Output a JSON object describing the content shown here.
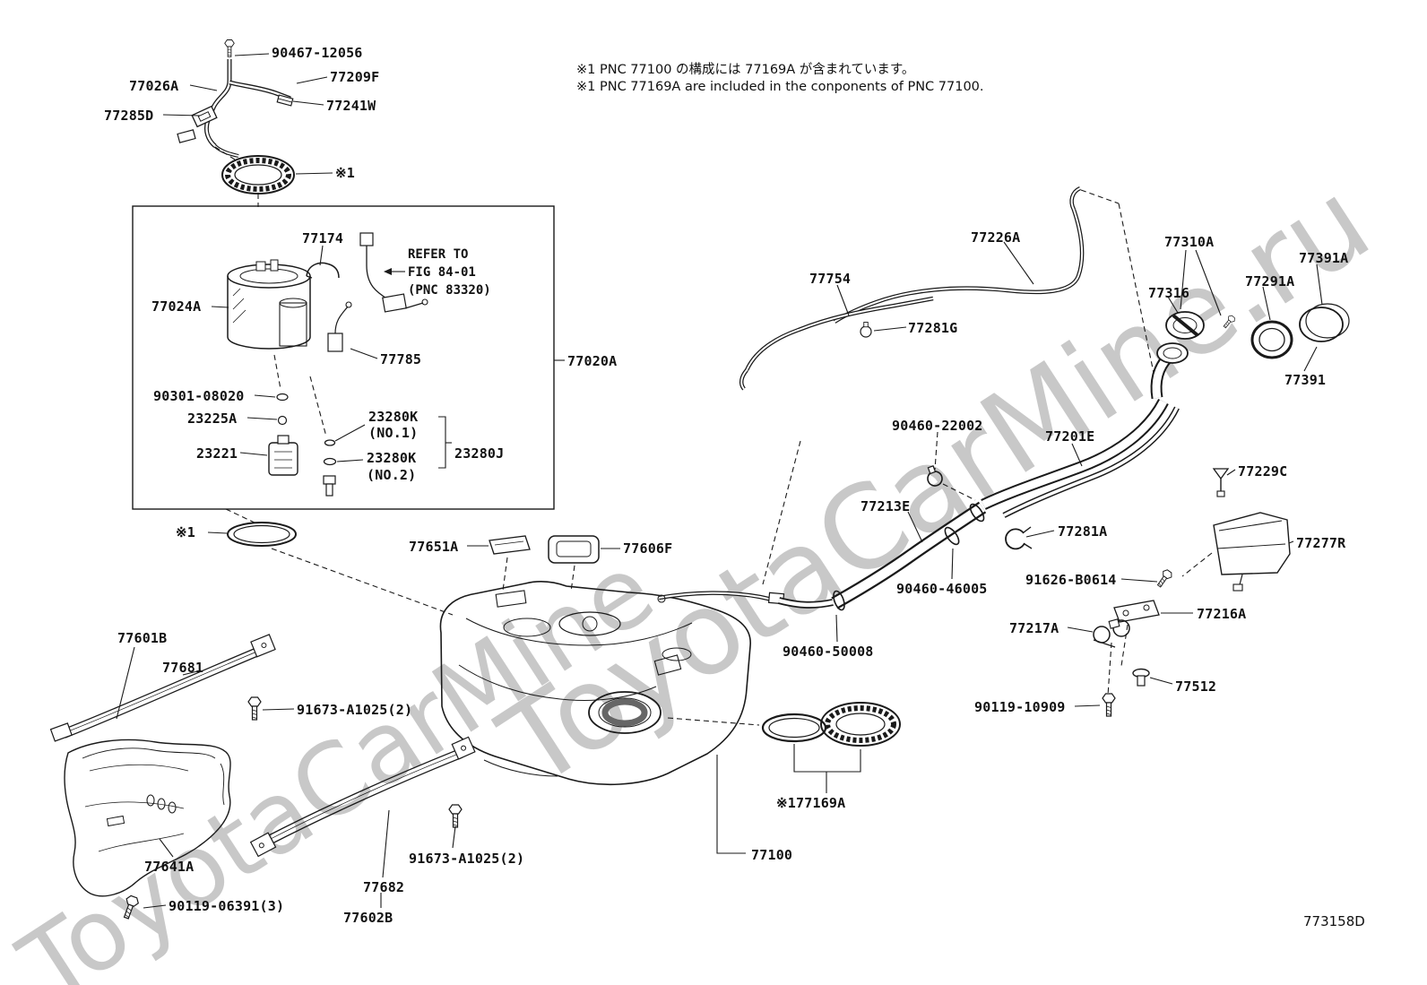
{
  "notes": {
    "jp": "※1 PNC 77100 の構成には 77169A が含まれています。",
    "en": "※1 PNC 77169A are included in the conponents of PNC 77100."
  },
  "refer": {
    "line1": "REFER TO",
    "line2": "FIG 84-01",
    "line3": "(PNC 83320)"
  },
  "watermark": {
    "primary": "ToyotaCarMine.ru",
    "secondary": "ToyotaCarMine"
  },
  "diagram_code": "773158D",
  "parts": {
    "p90467_12056": "90467-12056",
    "p77026A": "77026A",
    "p77209F": "77209F",
    "p77285D": "77285D",
    "p77241W": "77241W",
    "ref1_top": "※1",
    "p77174": "77174",
    "p77024A": "77024A",
    "p77785": "77785",
    "p90301_08020": "90301-08020",
    "p23225A": "23225A",
    "p23280K_no1": "23280K",
    "p23280K_no1_sub": "(NO.1)",
    "p23280K_no2": "23280K",
    "p23280K_no2_sub": "(NO.2)",
    "p23221": "23221",
    "p23280J": "23280J",
    "p77020A": "77020A",
    "ref1_gasket": "※1",
    "p77226A": "77226A",
    "p77310A": "77310A",
    "p77391A": "77391A",
    "p77754": "77754",
    "p77316": "77316",
    "p77291A": "77291A",
    "p77281G": "77281G",
    "p77391": "77391",
    "p90460_22002": "90460-22002",
    "p77201E": "77201E",
    "p77229C": "77229C",
    "p77213E": "77213E",
    "p77281A": "77281A",
    "p77277R": "77277R",
    "p91626_B0614": "91626-B0614",
    "p90460_46005": "90460-46005",
    "p77216A": "77216A",
    "p77217A": "77217A",
    "p90460_50008": "90460-50008",
    "p77512": "77512",
    "p90119_10909": "90119-10909",
    "p77601B": "77601B",
    "p77681": "77681",
    "p91673_A1025_a": "91673-A1025(2)",
    "p77651A": "77651A",
    "p77606F": "77606F",
    "p77641A": "77641A",
    "p90119_06391": "90119-06391(3)",
    "p91673_A1025_b": "91673-A1025(2)",
    "p77682": "77682",
    "p77602B": "77602B",
    "p77169A": "※177169A",
    "p77100": "77100"
  }
}
